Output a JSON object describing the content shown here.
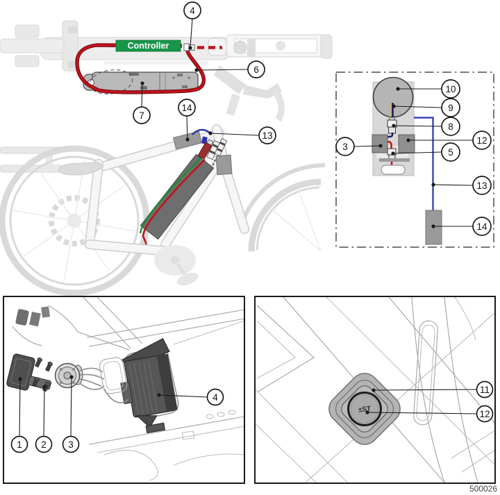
{
  "figure_number": "500026",
  "labels": {
    "controller": "Controller"
  },
  "callouts": {
    "ov_4": "4",
    "ov_6": "6",
    "ov_7": "7",
    "ov_14": "14",
    "ov_13": "13",
    "det_10": "10",
    "det_9": "9",
    "det_8": "8",
    "det_3": "3",
    "det_12": "12",
    "det_5": "5",
    "det_13": "13",
    "det_14": "14",
    "pl_1": "1",
    "pl_2": "2",
    "pl_3": "3",
    "pl_4": "4",
    "pr_11": "11",
    "pr_12": "12"
  },
  "port_logo": "±ST",
  "colors": {
    "controller_green": "#17964A",
    "cable_red": "#C4121C",
    "cable_dark_red": "#7A0D14",
    "wire_blue": "#2A35B0",
    "cable_green": "#1F8A35",
    "part_gray": "#9A9A9A"
  }
}
